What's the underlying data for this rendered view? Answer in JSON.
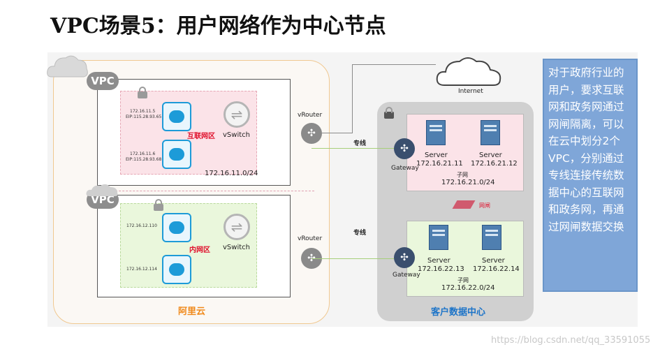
{
  "title": "VPC场景5：用户网络作为中心节点",
  "aliyun": {
    "label": "阿里云",
    "vpc1": {
      "tag": "VPC",
      "zone_label": "互联网区",
      "server1_ip": "172.16.11.5",
      "server1_eip": "EIP:115.28.93.65",
      "server2_ip": "172.16.11.6",
      "server2_eip": "EIP:115.28.93.68",
      "vswitch": "vSwitch",
      "subnet": "172.16.11.0/24",
      "vrouter": "vRouter"
    },
    "vpc2": {
      "tag": "VPC",
      "zone_label": "内网区",
      "server1_ip": "172.16.12.110",
      "server2_ip": "172.16.12.114",
      "vswitch": "vSwitch",
      "vrouter": "vRouter"
    }
  },
  "links": {
    "line1": "专线",
    "line2": "专线"
  },
  "internet": "Internet",
  "datacenter": {
    "label": "客户数据中心",
    "gap_label": "网闸",
    "net1": {
      "gateway": "Gateway",
      "server_a": "Server",
      "server_a_ip": "172.16.21.11",
      "server_b": "Server",
      "server_b_ip": "172.16.21.12",
      "subnet_label": "子网",
      "subnet": "172.16.21.0/24"
    },
    "net2": {
      "gateway": "Gateway",
      "server_a": "Server",
      "server_a_ip": "172.16.22.13",
      "server_b": "Server",
      "server_b_ip": "172.16.22.14",
      "subnet_label": "子网",
      "subnet": "172.16.22.0/24"
    }
  },
  "sidebar": {
    "lines": [
      "对于政府行业的",
      "用户，要求互联",
      "网和政务网通过",
      "网闸隔离，可以",
      "在云中划分2个",
      "VPC，分别通过",
      "专线连接传统数",
      "据中心的互联网",
      "和政务网，再通",
      "过网闸数据交换"
    ]
  },
  "watermark": "https://blog.csdn.net/qq_33591055",
  "colors": {
    "zone_red": "#fbe3e8",
    "zone_green": "#eaf7dc",
    "sidebar": "#7fa6d8",
    "accent_red": "#e0102c",
    "accent_blue": "#1d9bd8"
  },
  "icons": [
    "cloud-icon",
    "lock-icon",
    "server-icon",
    "vswitch-icon",
    "router-icon",
    "gateway-icon",
    "gap-icon"
  ]
}
